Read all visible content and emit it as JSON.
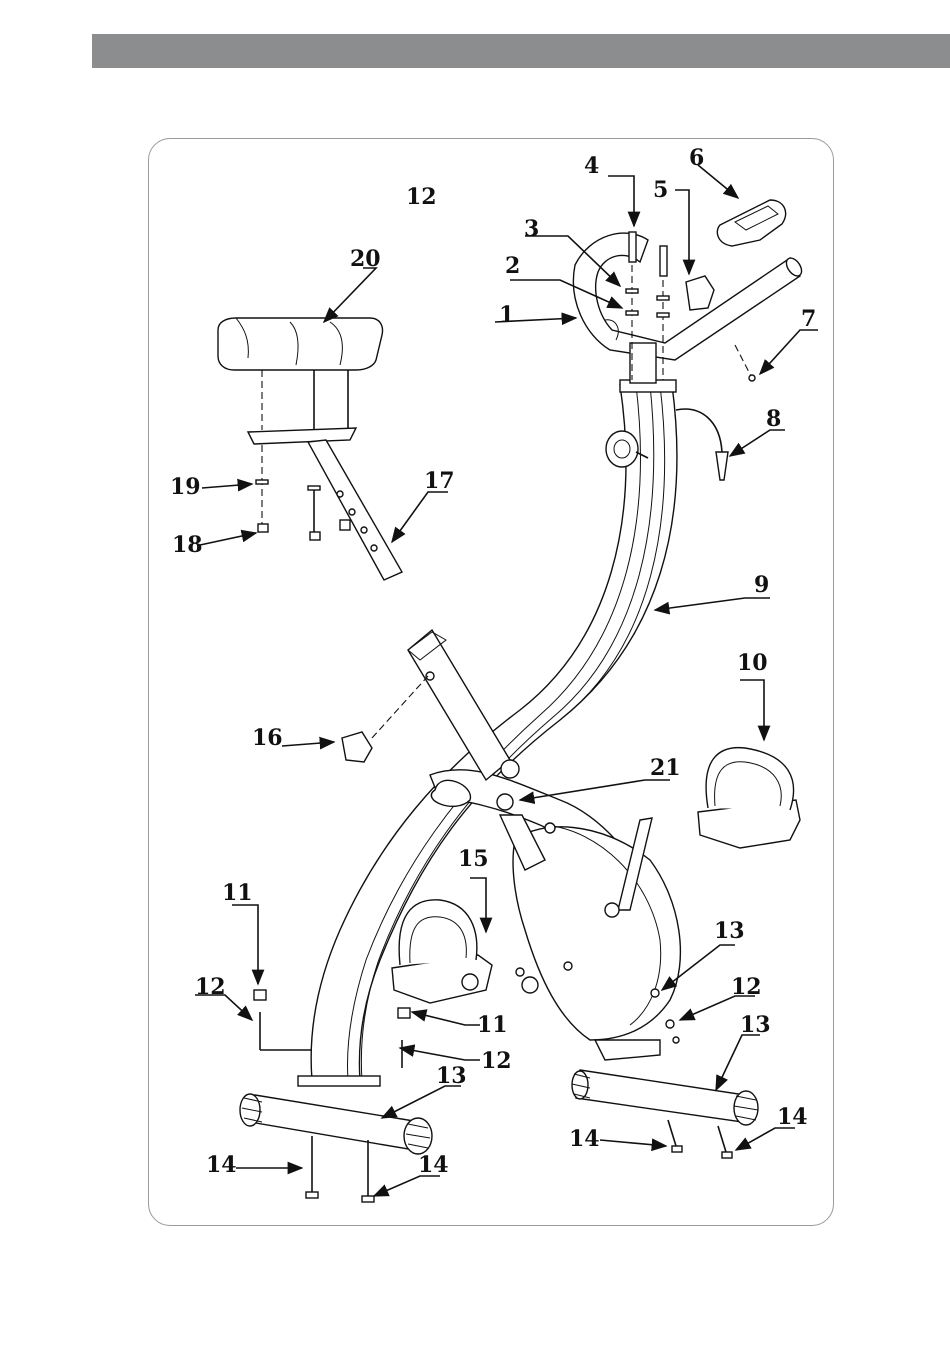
{
  "header": {
    "bar_color": "#8c8d8f"
  },
  "diagram": {
    "top_note": "12",
    "callouts": {
      "c1": "1",
      "c2": "2",
      "c3": "3",
      "c4": "4",
      "c5": "5",
      "c6": "6",
      "c7": "7",
      "c8": "8",
      "c9": "9",
      "c10": "10",
      "c11a": "11",
      "c11b": "11",
      "c12a": "12",
      "c12b": "12",
      "c12c": "12",
      "c13a": "13",
      "c13b": "13",
      "c13c": "13",
      "c14a": "14",
      "c14b": "14",
      "c14c": "14",
      "c14d": "14",
      "c15": "15",
      "c16": "16",
      "c17": "17",
      "c18": "18",
      "c19": "19",
      "c20": "20",
      "c21": "21"
    }
  }
}
